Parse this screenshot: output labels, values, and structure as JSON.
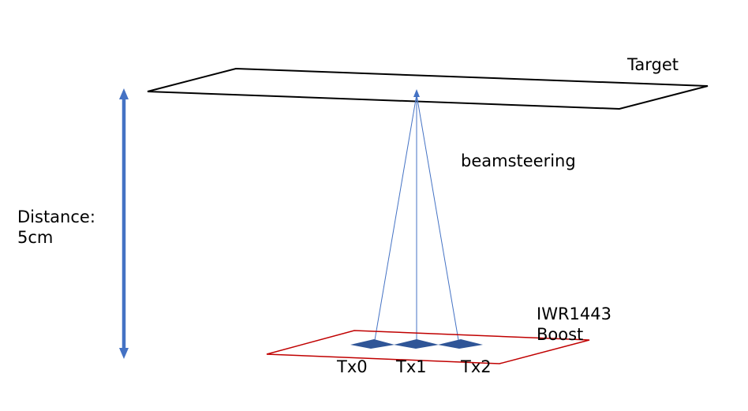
{
  "labels": {
    "target": "Target",
    "beamsteering": "beamsteering",
    "distance": "Distance:\n5cm",
    "device": "IWR1443\nBoost",
    "tx0": "Tx0",
    "tx1": "Tx1",
    "tx2": "Tx2"
  },
  "colors": {
    "target_plane": "#000000",
    "board": "#c00000",
    "antenna": "#2f5597",
    "beam": "#4472c4",
    "distance_arrow": "#4472c4"
  }
}
